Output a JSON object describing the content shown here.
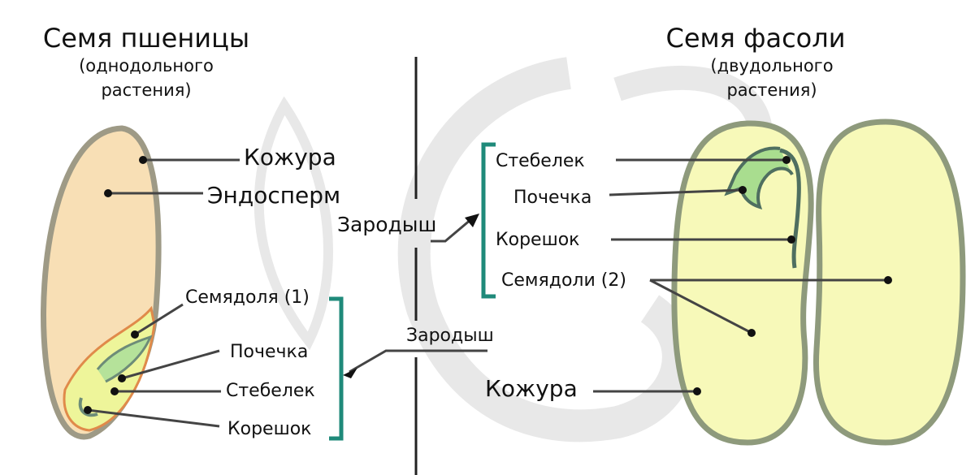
{
  "left": {
    "title": "Семя пшеницы",
    "subtitle_1": "(однодольного",
    "subtitle_2": "растения)",
    "labels": {
      "coat": "Кожура",
      "endosperm": "Эндосперм",
      "cotyledon": "Семядоля (1)",
      "bud": "Почечка",
      "stem": "Стебелек",
      "root": "Корешок",
      "embryo": "Зародыш"
    }
  },
  "right": {
    "title": "Семя фасоли",
    "subtitle_1": "(двудольного",
    "subtitle_2": "растения)",
    "labels": {
      "stem": "Стебелек",
      "bud": "Почечка",
      "root": "Корешок",
      "cotyledons": "Семядоли (2)",
      "coat": "Кожура",
      "embryo": "Зародыш"
    }
  },
  "colors": {
    "endosperm": "#f8dfb5",
    "coat": "#9e9a86",
    "embryo": "#eef59a",
    "bean": "#f7f9b9",
    "bracket": "#1f8a7a",
    "leaf": "#a9dd8f"
  }
}
